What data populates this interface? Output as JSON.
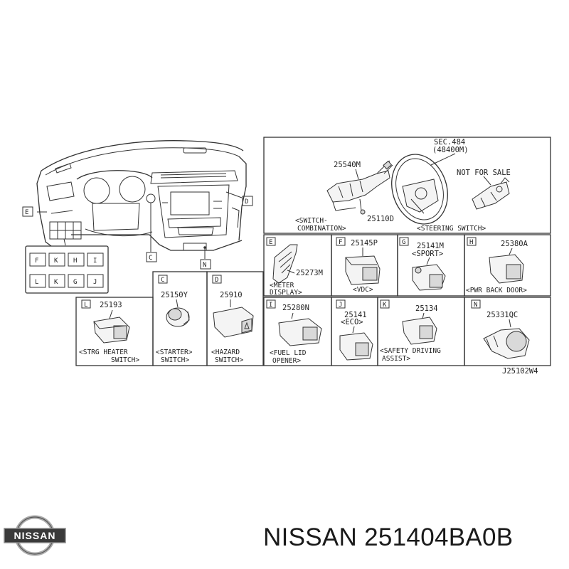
{
  "sec_ref": "SEC.484",
  "sec_part": "(48400M)",
  "not_for_sale": "NOT FOR SALE",
  "switch_combination": {
    "part": "25540M",
    "bolt": "25110D",
    "caption1": "<SWITCH-",
    "caption2": "COMBINATION>"
  },
  "steering_switch": {
    "caption": "<STEERING SWITCH>"
  },
  "dash_callouts": [
    "E",
    "C",
    "N",
    "D"
  ],
  "switch_grid": [
    "F",
    "K",
    "H",
    "I",
    "L",
    "K",
    "G",
    "J"
  ],
  "panels": [
    {
      "letter": "E",
      "part": "25273M",
      "caption1": "<METER",
      "caption2": "DISPLAY>"
    },
    {
      "letter": "F",
      "part": "25145P",
      "caption1": "<VDC>",
      "caption2": ""
    },
    {
      "letter": "G",
      "part": "25141M",
      "part2": "<SPORT>",
      "caption1": "",
      "caption2": ""
    },
    {
      "letter": "H",
      "part": "25380A",
      "caption1": "<PWR BACK DOOR>",
      "caption2": ""
    },
    {
      "letter": "L",
      "part": "25193",
      "caption1": "<STRG HEATER",
      "caption2": "SWITCH>"
    },
    {
      "letter": "C",
      "part": "25150Y",
      "caption1": "<STARTER>",
      "caption2": "SWITCH>"
    },
    {
      "letter": "D",
      "part": "25910",
      "caption1": "<HAZARD",
      "caption2": "SWITCH>"
    },
    {
      "letter": "I",
      "part": "25280N",
      "caption1": "<FUEL LID",
      "caption2": "OPENER>"
    },
    {
      "letter": "J",
      "part": "25141",
      "part2": "<ECO>",
      "caption1": "",
      "caption2": ""
    },
    {
      "letter": "K",
      "part": "25134",
      "caption1": "<SAFETY DRIVING",
      "caption2": "ASSIST>"
    },
    {
      "letter": "N",
      "part": "25331QC",
      "caption1": "",
      "caption2": ""
    }
  ],
  "figure_id": "J25102W4",
  "brand": {
    "name": "NISSAN",
    "logo_text": "NISSAN"
  },
  "part_title": "NISSAN 251404BA0B"
}
